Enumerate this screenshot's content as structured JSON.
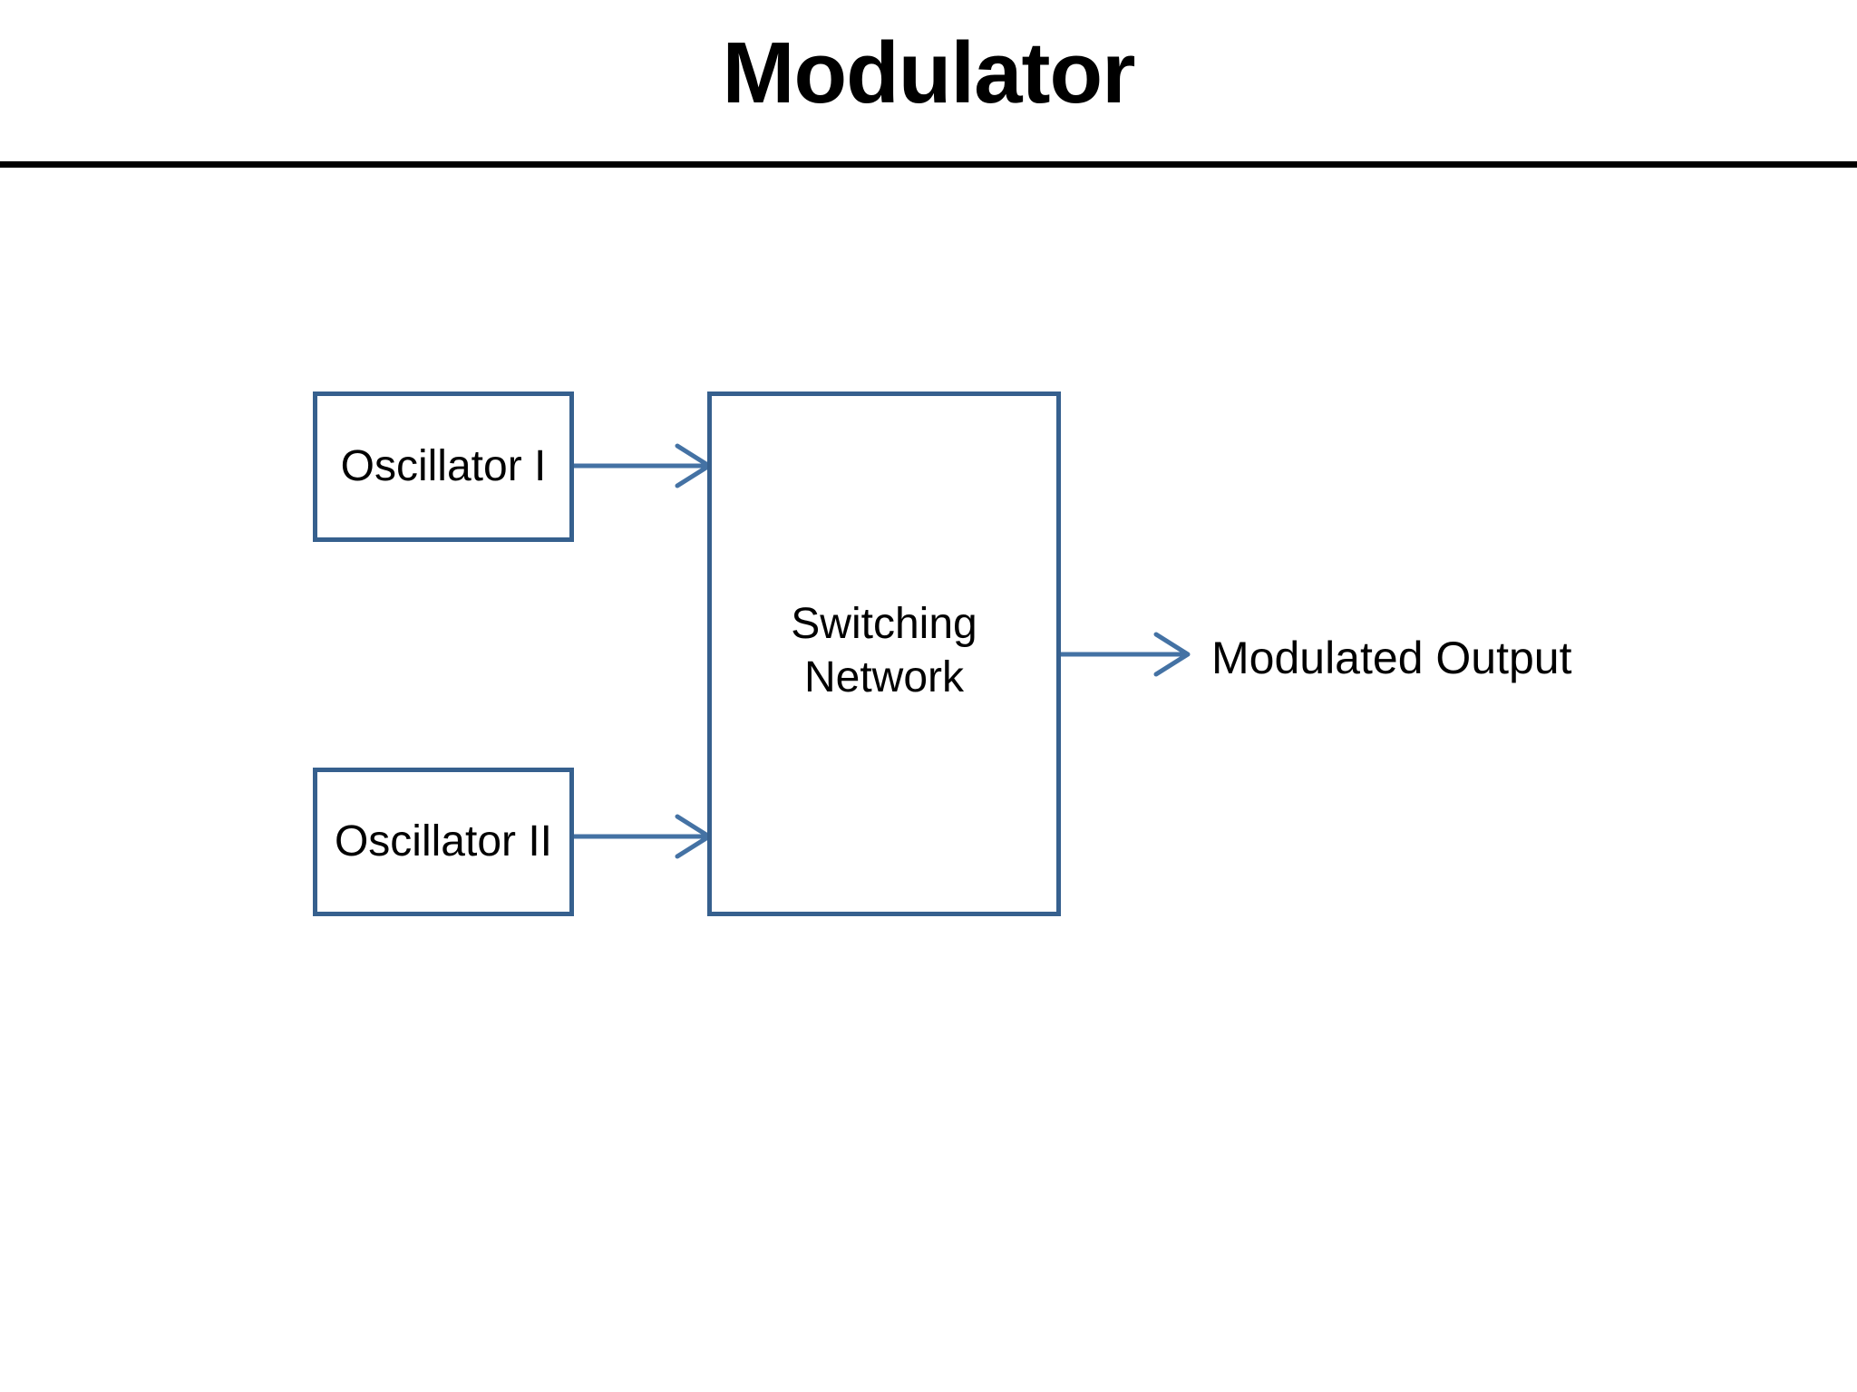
{
  "slide": {
    "title": "Modulator",
    "background_color": "#FFFFFF",
    "rule_color": "#000000"
  },
  "diagram": {
    "type": "block-diagram",
    "accent_color": "#36608E",
    "connector_color": "#4472A4",
    "blocks": [
      {
        "id": "oscillator-1",
        "label": "Oscillator I"
      },
      {
        "id": "oscillator-2",
        "label": "Oscillator II"
      },
      {
        "id": "switching-network",
        "label": "Switching\nNetwork"
      }
    ],
    "labels": [
      {
        "id": "modulated-output",
        "text": "Modulated Output"
      }
    ],
    "connections": [
      {
        "from": "oscillator-1",
        "to": "switching-network",
        "arrow": "right"
      },
      {
        "from": "oscillator-2",
        "to": "switching-network",
        "arrow": "right"
      },
      {
        "from": "switching-network",
        "to": "modulated-output",
        "arrow": "right"
      }
    ]
  }
}
